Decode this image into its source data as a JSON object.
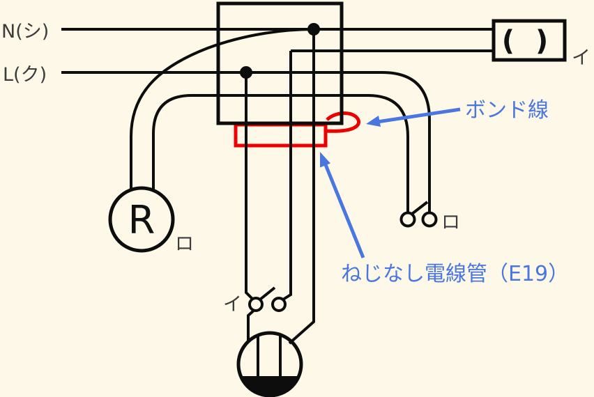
{
  "diagram": {
    "colors": {
      "background": "#fdf8e8",
      "wire_black": "#0d0d0d",
      "conduit_red": "#ee0000",
      "annotation_blue": "#4a76e0",
      "label_gray": "#3c3c3c"
    },
    "power_labels": {
      "neutral": "N(シ)",
      "line": "L(ク)"
    },
    "components": {
      "lamp_receptacle": {
        "symbol": "R",
        "circuit": "ロ"
      },
      "ceiling_rose_square": {
        "symbol": "( )",
        "circuit": "イ"
      },
      "switch_i": {
        "circuit": "イ"
      },
      "switch_ro": {
        "circuit": "ロ"
      }
    },
    "annotations": {
      "bond_wire": "ボンド線",
      "conduit": "ねじなし電線管（E19）"
    }
  }
}
